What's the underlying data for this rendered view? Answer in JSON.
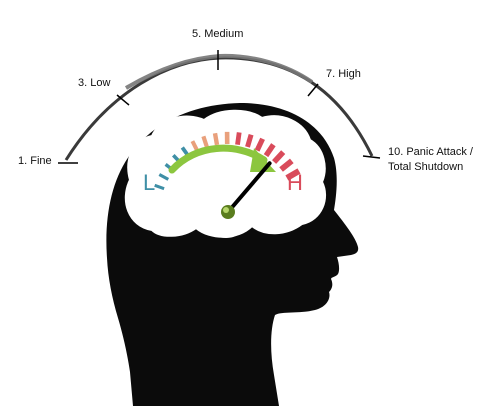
{
  "scale": {
    "fine": "1. Fine",
    "low": "3. Low",
    "medium": "5. Medium",
    "high": "7. High",
    "panic_line1": "10. Panic Attack /",
    "panic_line2": "Total Shutdown"
  },
  "gauge": {
    "low_letter": "L",
    "high_letter": "H",
    "needle_level": 0.85
  },
  "colors": {
    "head": "#0b0b0b",
    "brain_fill": "#ffffff",
    "arc": "#555555",
    "teal": "#3f8fa6",
    "orange": "#e9a07c",
    "red": "#d94b5b",
    "green_arrow": "#8cc63f",
    "knob": "#5a7d1e"
  }
}
